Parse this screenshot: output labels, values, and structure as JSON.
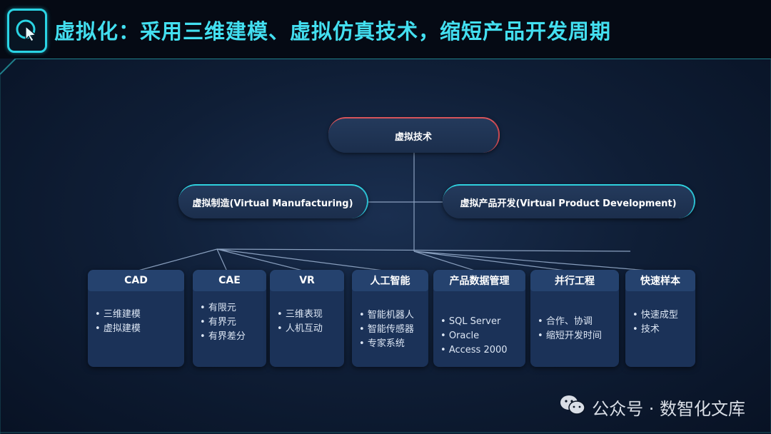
{
  "title": "虚拟化：采用三维建模、虚拟仿真技术，缩短产品开发周期",
  "logo_icon": "cursor-logo-icon",
  "diagram": {
    "root": "虚拟技术",
    "level2": [
      "虚拟制造(Virtual Manufacturing)",
      "虚拟产品开发(Virtual Product Development)"
    ],
    "boxes": [
      {
        "title": "CAD",
        "items": [
          "三维建模",
          "虚拟建模"
        ]
      },
      {
        "title": "CAE",
        "items": [
          "有限元",
          "有界元",
          "有界差分"
        ]
      },
      {
        "title": "VR",
        "items": [
          "三维表现",
          "人机互动"
        ]
      },
      {
        "title": "人工智能",
        "items": [
          "智能机器人",
          "智能传感器",
          "专家系统"
        ]
      },
      {
        "title": "产品数据管理",
        "items": [
          "SQL Server",
          "Oracle",
          "Access 2000"
        ]
      },
      {
        "title": "并行工程",
        "items": [
          "合作、协调",
          "缩短开发时间"
        ]
      },
      {
        "title": "快速样本",
        "items": [
          "快速成型",
          "技术"
        ]
      }
    ]
  },
  "watermark": {
    "icon": "wechat-icon",
    "text": "公众号 · 数智化文库"
  },
  "colors": {
    "title": "#43dff0",
    "accent_cyan": "#2fd0de",
    "accent_red": "#d6545b",
    "box_fill": "#1b3258",
    "box_header": "#25426e",
    "background": "#0f1e36"
  }
}
